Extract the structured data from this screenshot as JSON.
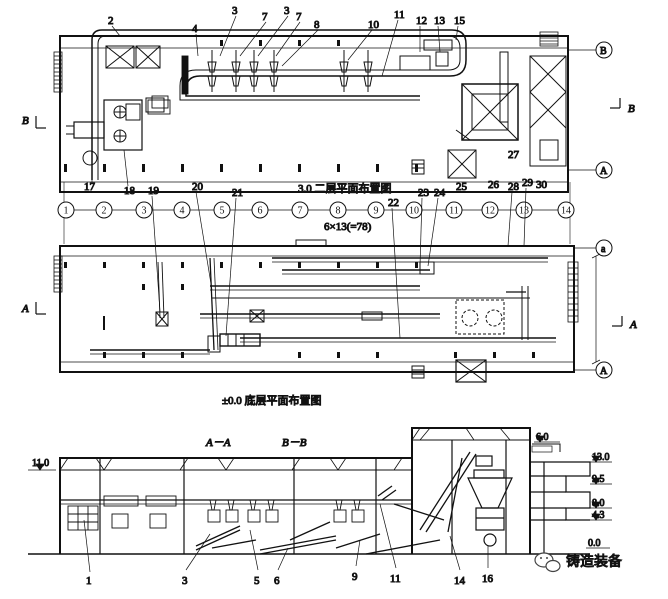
{
  "captions": {
    "upper_plan": "3.0 二层平面布置图",
    "dimension": "6×13(=78)",
    "lower_plan": "±0.0 底层平面布置图"
  },
  "section_marks": {
    "b_left": "B",
    "b_right": "B",
    "a_left": "A",
    "a_right": "A"
  },
  "section_titles": {
    "aa": "A－A",
    "bb": "B－B"
  },
  "grid_letters": {
    "upper_top": "B",
    "upper_bottom": "A",
    "lower_top": "a",
    "lower_bottom": "A"
  },
  "axis_numbers": [
    "1",
    "2",
    "3",
    "4",
    "5",
    "6",
    "7",
    "8",
    "9",
    "10",
    "11",
    "12",
    "13",
    "14"
  ],
  "top_callouts": [
    "2",
    "4",
    "3",
    "7",
    "3",
    "7",
    "8",
    "10",
    "11",
    "12",
    "13",
    "15"
  ],
  "right_callouts": [
    "27",
    "26",
    "28",
    "29",
    "30"
  ],
  "upper_bottom_callouts": [
    "17",
    "18",
    "19",
    "20",
    "21",
    "22",
    "23",
    "24",
    "25"
  ],
  "section_callouts": [
    "1",
    "3",
    "5",
    "6",
    "9",
    "11",
    "14",
    "16"
  ],
  "elevations": {
    "left": "11.0",
    "e60": "6.0",
    "e130": "13.0",
    "e95": "9.5",
    "e80": "8.0",
    "e43": "4.3",
    "e00": "0.0"
  },
  "watermark": "铸造装备",
  "icons": {
    "watermark_logo": "wechat-logo-icon"
  },
  "colors": {
    "ink": "#111111",
    "background": "#ffffff"
  }
}
